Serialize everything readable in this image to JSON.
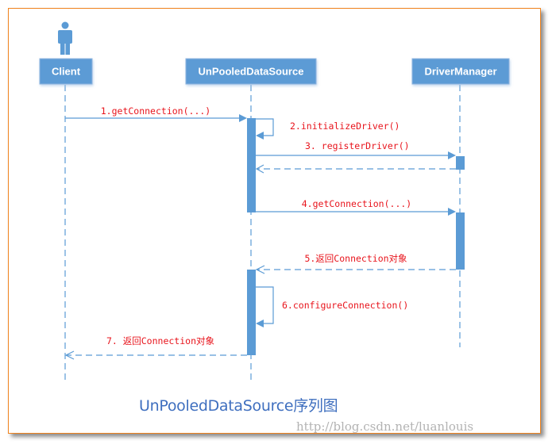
{
  "diagram": {
    "title": "UnPooledDataSource序列图",
    "watermark": "http://blog.csdn.net/luanlouis",
    "colors": {
      "frame_border": "#f0831e",
      "box_fill": "#5b9bd5",
      "box_text": "#ffffff",
      "lifeline": "#5b9bd5",
      "message_text": "#e8141c",
      "title_text": "#3f6fbf",
      "watermark_text": "#b3b3b3"
    },
    "participants": [
      {
        "id": "client",
        "label": "Client",
        "icon": "actor-icon"
      },
      {
        "id": "unpooled",
        "label": "UnPooledDataSource",
        "icon": null
      },
      {
        "id": "drivermanager",
        "label": "DriverManager",
        "icon": null
      }
    ],
    "messages": [
      {
        "label": "1.getConnection(...)",
        "from": "client",
        "to": "unpooled",
        "kind": "sync"
      },
      {
        "label": "2.initializeDriver()",
        "from": "unpooled",
        "to": "unpooled",
        "kind": "self"
      },
      {
        "label": "3. registerDriver()",
        "from": "unpooled",
        "to": "drivermanager",
        "kind": "sync"
      },
      {
        "label": "",
        "from": "drivermanager",
        "to": "unpooled",
        "kind": "return"
      },
      {
        "label": "4.getConnection(...)",
        "from": "unpooled",
        "to": "drivermanager",
        "kind": "sync"
      },
      {
        "label": "5.返回Connection对象",
        "from": "drivermanager",
        "to": "unpooled",
        "kind": "return"
      },
      {
        "label": "6.configureConnection()",
        "from": "unpooled",
        "to": "unpooled",
        "kind": "self"
      },
      {
        "label": "7. 返回Connection对象",
        "from": "unpooled",
        "to": "client",
        "kind": "return"
      }
    ]
  }
}
